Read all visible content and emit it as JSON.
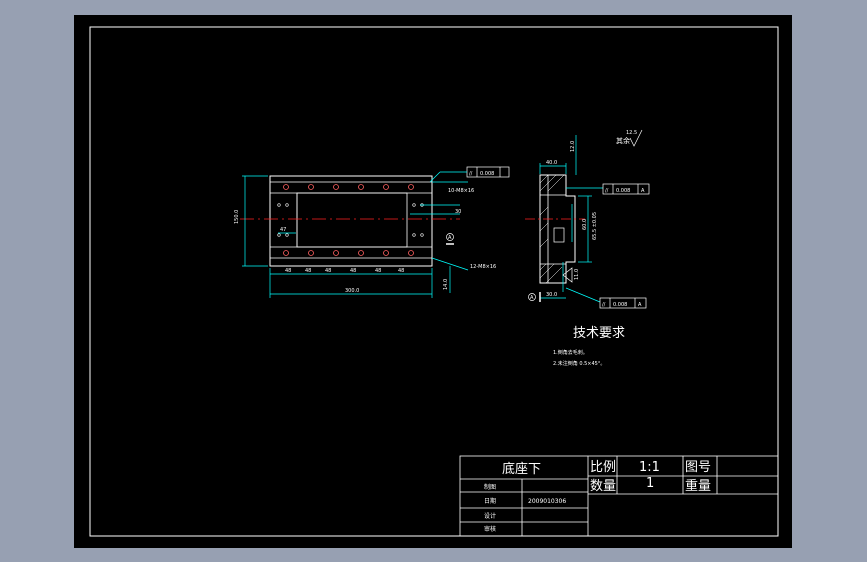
{
  "title_block": {
    "part_name": "底座下",
    "scale_label": "比例",
    "scale_value": "1:1",
    "drawing_no_label": "图号",
    "quantity_label": "数量",
    "quantity_value": "1",
    "weight_label": "重量",
    "drawn_label": "制图",
    "date_label": "日期",
    "date_value": "2009010306",
    "design_label": "设计",
    "review_label": "审核"
  },
  "technical_requirements": {
    "heading": "技术要求",
    "items": [
      "1.倒角去毛刺。",
      "2.未注倒角 0.5×45°。"
    ]
  },
  "roughness": {
    "label": "其余",
    "value": "12.5"
  },
  "front_view": {
    "width_dim": "300.0",
    "height_dim": "150.0",
    "dim_30": "30",
    "dim_47": "47",
    "hole_label": "10-M8×16",
    "hole_label_bottom": "12-M8×16",
    "side_dim": "14.0",
    "pitch_dims": [
      "48",
      "48",
      "48",
      "48",
      "48",
      "48"
    ],
    "tolerance_top": "0.008",
    "tolerance_sym": "//"
  },
  "side_view": {
    "top_dim": "40.0",
    "total_height": "12.0",
    "center_dim": "60.0",
    "width_dim": "65.5 ±0.05",
    "bottom_dim": "30.0",
    "gap_dim": "11.0",
    "datum_top": "0.008",
    "datum_bottom": "0.008",
    "datum_letter": "A",
    "datum_marker": "A"
  }
}
